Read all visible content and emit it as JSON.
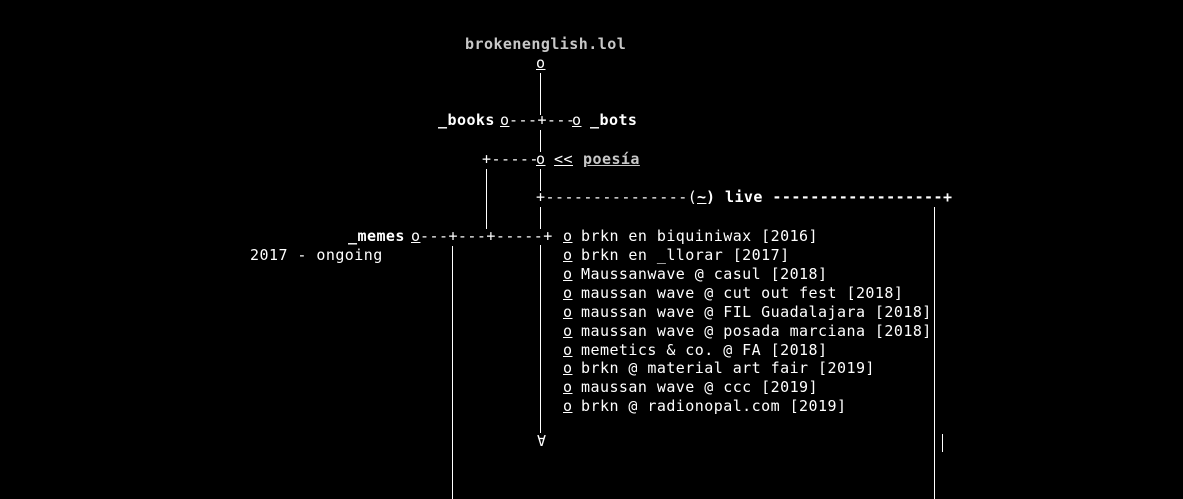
{
  "site": {
    "title": "brokenenglish.lol",
    "root_node": "o"
  },
  "nav": {
    "books_label": "_books",
    "books_node": "o",
    "bots_node": "o",
    "bots_label": "_bots",
    "connector_row": "---+---",
    "poesia_prefix": "+-----",
    "poesia_node": "o",
    "poesia_arrow": "<<",
    "poesia_label": "poesía",
    "live_left": "+---------------(",
    "live_tilde": "~",
    "live_label": ") live ------------------+",
    "memes_label": "_memes",
    "memes_node": "o",
    "memes_connector": "---+---+-----+",
    "memes_dates": "2017 - ongoing",
    "arrow_tip": "∀"
  },
  "live_items": [
    {
      "node": "o",
      "label": "brkn en biquiniwax [2016]"
    },
    {
      "node": "o",
      "label": "brkn en _llorar [2017]"
    },
    {
      "node": "o",
      "label": "Maussanwave @ casul [2018]"
    },
    {
      "node": "o",
      "label": "maussan wave @ cut out fest [2018]"
    },
    {
      "node": "o",
      "label": "maussan wave @ FIL Guadalajara [2018]"
    },
    {
      "node": "o",
      "label": "maussan wave @ posada marciana [2018]"
    },
    {
      "node": "o",
      "label": "memetics & co. @ FA [2018]"
    },
    {
      "node": "o",
      "label": "brkn @ material art fair [2019]"
    },
    {
      "node": "o",
      "label": "maussan wave @ ccc [2019]"
    },
    {
      "node": "o",
      "label": "brkn @ radionopal.com [2019]"
    }
  ],
  "colors": {
    "background": "#000000",
    "text": "#ffffff",
    "muted": "#c8c8c8"
  }
}
